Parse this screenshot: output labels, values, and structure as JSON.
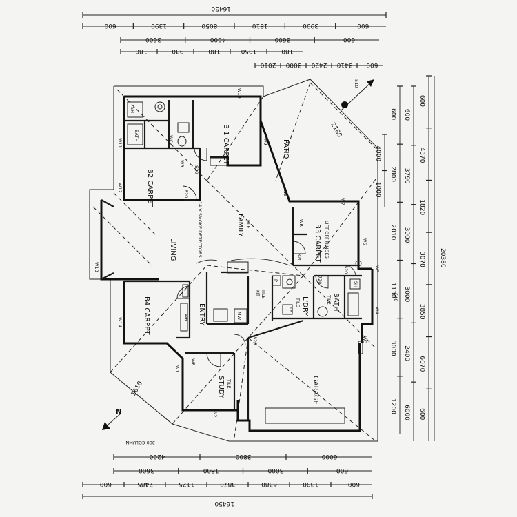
{
  "plan": {
    "rooms": {
      "b1": "B 1 CARPET",
      "b2": "B2 CARPET",
      "b3": "B3 CARPET",
      "b3_note": "LIFT OFF HINGES",
      "b4": "B4 CARPET",
      "patio": "PATIO",
      "family": "FAMILY",
      "family_floor": "TILE",
      "living": "LIVING",
      "smoke": "14 V SMOKE DETECTORS",
      "entry": "ENTRY",
      "study": "STUDY",
      "study_floor": "TILE",
      "garage": "GARAGE",
      "ldry": "L'DRY",
      "ldry_floor": "TILE",
      "bath": "BATH",
      "bath_floor": "TILE",
      "bath1": "BATH",
      "wc": "WC",
      "kit": "KIT",
      "kit_floor": "TILE"
    },
    "marks": {
      "wr": "WR",
      "w1": "W1",
      "w2": "W2",
      "w3": "W3",
      "w4": "W4",
      "w5": "W5",
      "w6": "W6",
      "w7": "W7",
      "w8": "W8",
      "w9": "W9",
      "w10": "W10",
      "w11": "W11",
      "w12": "W12",
      "w13": "W13",
      "w14": "W14",
      "d820": "820",
      "d720": "720",
      "sh": "SH",
      "p": "P",
      "mw": "MW",
      "tr": "TR"
    },
    "dims_top": {
      "overall": "16450",
      "row1": [
        "600",
        "1390",
        "8050",
        "1810",
        "3990",
        "600"
      ],
      "row2": [
        "3600",
        "4000",
        "3600",
        "600"
      ],
      "row3": [
        "180",
        "930",
        "180",
        "1050",
        "180"
      ],
      "row4": [
        "2010",
        "3000",
        "2420",
        "3410",
        "600"
      ]
    },
    "dims_bottom": {
      "overall": "16450",
      "row1": [
        "600",
        "2485",
        "1125",
        "3870",
        "6380",
        "1390",
        "600"
      ],
      "row2": [
        "3600",
        "1800",
        "3000",
        "600"
      ],
      "row3": [
        "4200",
        "3800",
        "6000"
      ],
      "note": "300 COLUMN"
    },
    "dims_right": {
      "overall": "20380",
      "outer": [
        "600",
        "4370",
        "1820",
        "3070",
        "3850",
        "6070",
        "600"
      ],
      "mid": [
        "600",
        "3790",
        "3000",
        "3000",
        "2400",
        "6000"
      ],
      "inner": [
        "600",
        "2800",
        "2010",
        "1130",
        "3000",
        "1200"
      ],
      "col4": [
        "4000",
        "1000"
      ]
    },
    "misc": {
      "north": "N",
      "corner_top": "2180",
      "corner_bottom": "1610",
      "sign_a": "510",
      "sign_b": "540"
    }
  }
}
